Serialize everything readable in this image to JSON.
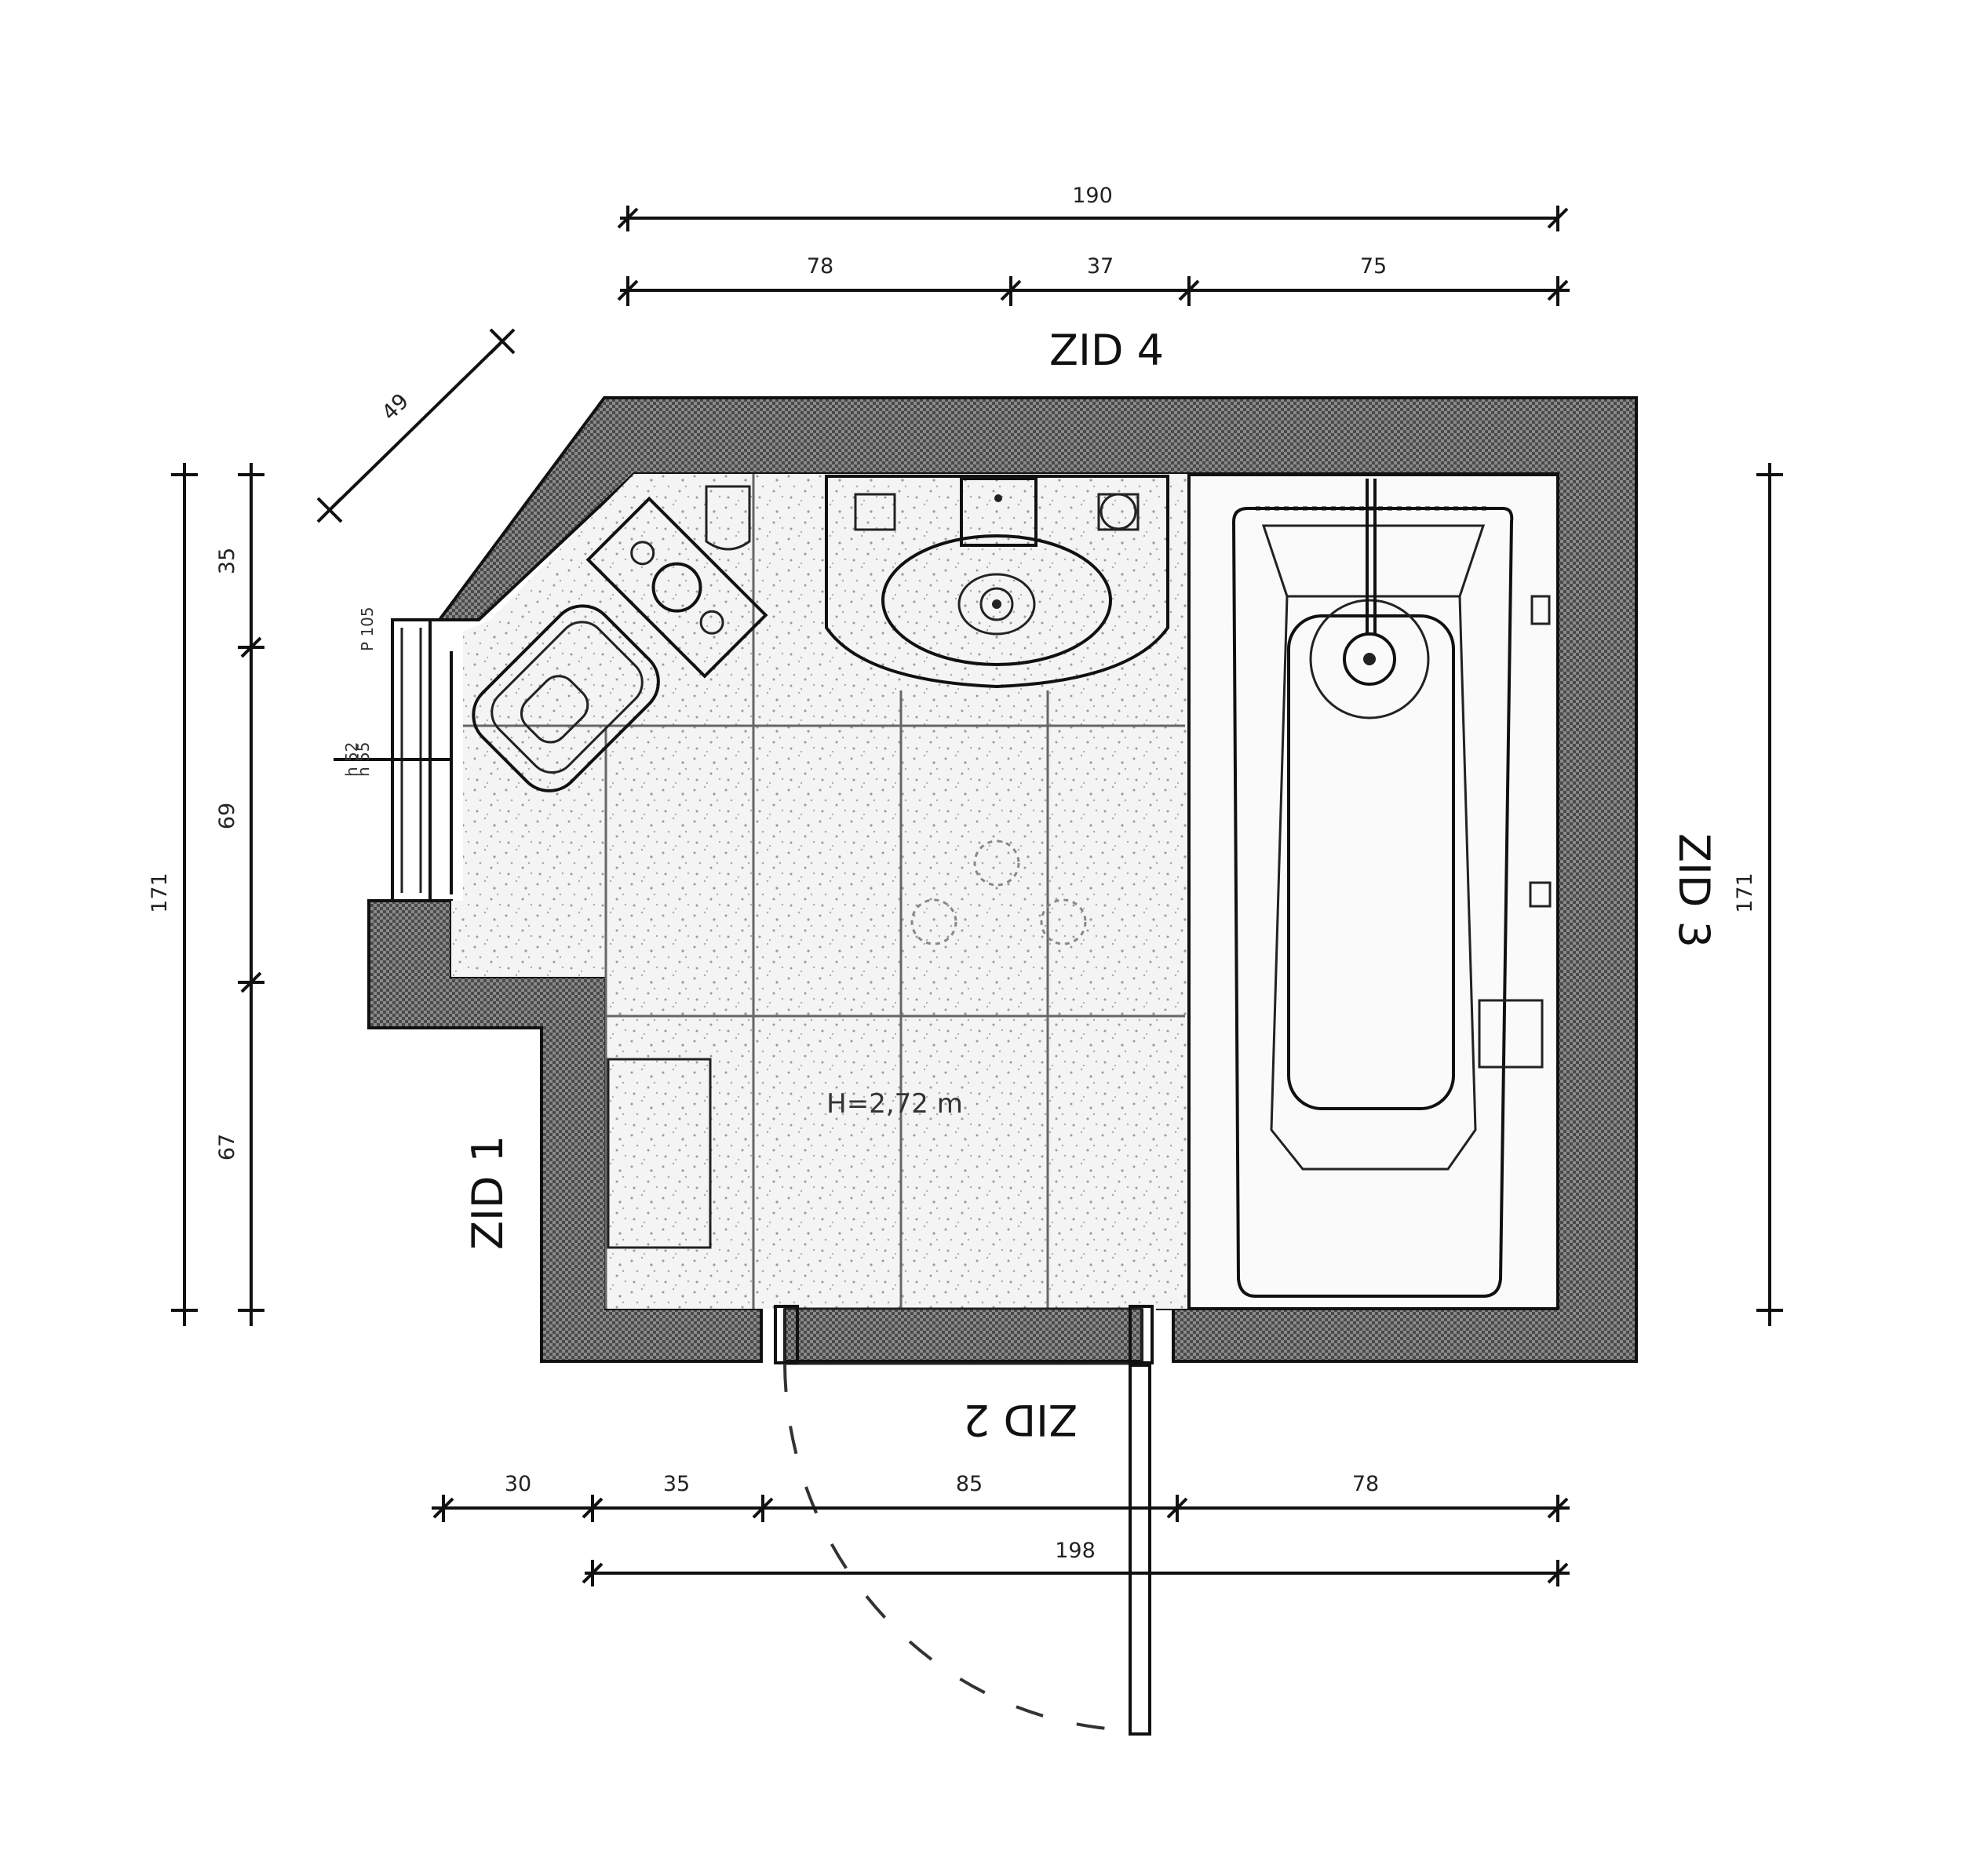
{
  "walls": {
    "zid1": "ZID 1",
    "zid2": "ZID 2",
    "zid3": "ZID 3",
    "zid4": "ZID 4"
  },
  "dimensions": {
    "top_total": "190",
    "top_seg1": "78",
    "top_seg2": "37",
    "top_seg3": "75",
    "diagonal": "49",
    "left_outer": "171",
    "left_seg1": "35",
    "left_seg2": "69",
    "left_seg3": "67",
    "right": "171",
    "bottom_seg1": "30",
    "bottom_seg2": "35",
    "bottom_seg3": "85",
    "bottom_seg4": "78",
    "bottom_total": "198"
  },
  "window": {
    "label1": "P 105",
    "label2": "h 52",
    "label3": "h 55"
  },
  "room": {
    "height": "H=2,72 m"
  },
  "colors": {
    "wall_fill": "#707070",
    "line": "#111111",
    "floor": "#f4f4f4"
  }
}
